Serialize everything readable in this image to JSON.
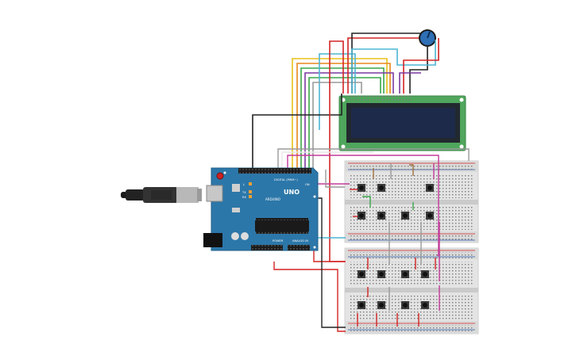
{
  "arduino": {
    "brand": "UNO",
    "logo_text": "ARDUINO",
    "header_digital": "DIGITAL (PWM~)",
    "header_power": "POWER",
    "header_analog": "ANALOG IN",
    "label_l": "L",
    "label_tx": "TX",
    "label_rx": "RX",
    "label_on": "ON"
  },
  "colors": {
    "arduino_board": "#2c77a9",
    "lcd_pcb": "#4fa65c",
    "lcd_screen": "#1d2a4a",
    "breadboard": "#e4e4e4",
    "pot_knob": "#2e6fb5",
    "wire_red": "#d42424",
    "wire_black": "#222222",
    "wire_green": "#3aa64a",
    "wire_yellow": "#e8c21a",
    "wire_orange": "#e8891a",
    "wire_purple": "#7a3aa0",
    "wire_cyan": "#4cb6d4",
    "wire_magenta": "#c33a9a",
    "wire_gray": "#9a9a9a",
    "wire_brown": "#a07040",
    "wire_white": "#e8e8e8"
  },
  "icons": {
    "usb": "usb-cable-icon",
    "pot": "potentiometer-icon",
    "button": "pushbutton-icon"
  }
}
